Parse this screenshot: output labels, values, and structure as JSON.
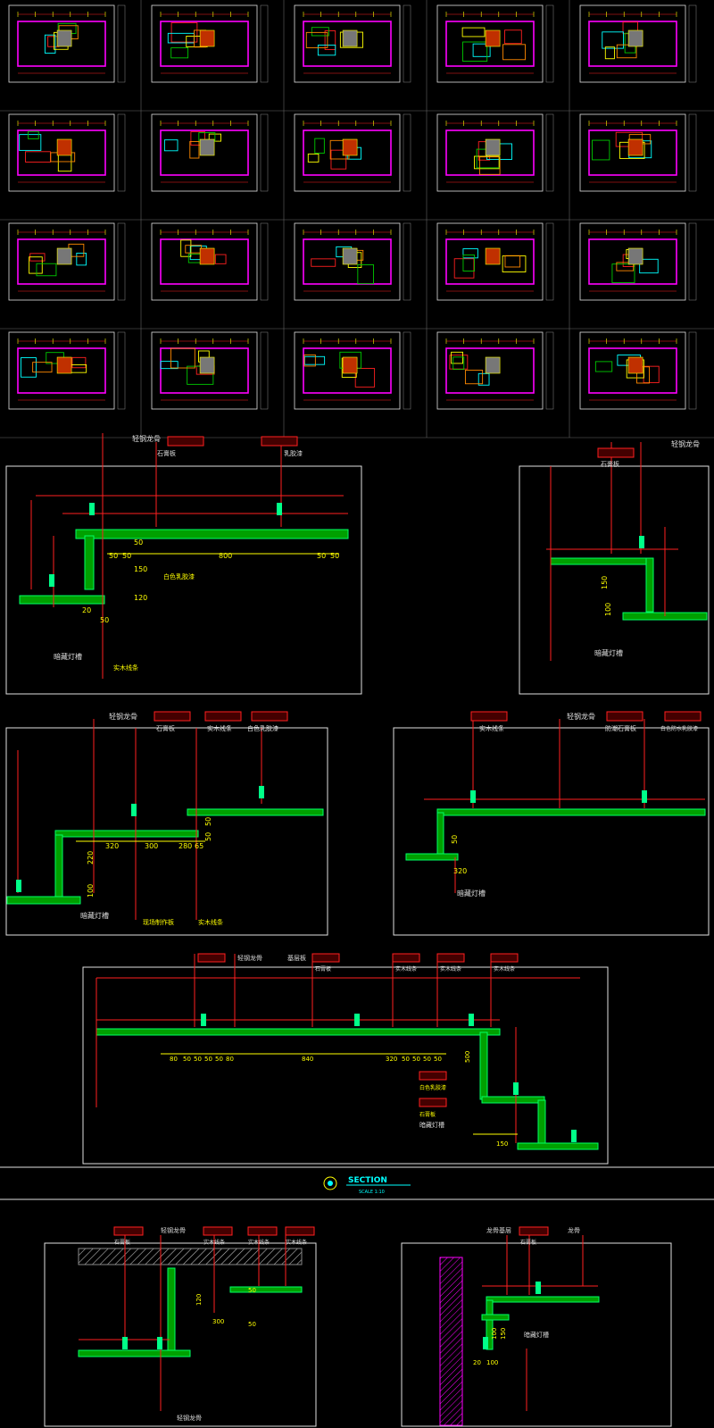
{
  "colors": {
    "background": "#000000",
    "frame": "#e0e0e0",
    "leader": "#ff2020",
    "wall": "#ff00ff",
    "dim": "#ffff00",
    "layer_green": "#00c800",
    "layer_cyan": "#00ffff",
    "tag_fill": "#b00000"
  },
  "sheets": {
    "rows": 4,
    "cols": 5
  },
  "details": {
    "d1": {
      "labels": [
        "轻钢龙骨",
        "石膏板",
        "乳胶漆",
        "白色乳胶漆",
        "暗藏灯槽",
        "实木线条"
      ],
      "dims": [
        "50",
        "50",
        "800",
        "50",
        "50",
        "150",
        "120",
        "20",
        "50",
        "50"
      ]
    },
    "d2": {
      "labels": [
        "轻钢龙骨",
        "石膏板",
        "暗藏灯槽"
      ],
      "dims": [
        "150",
        "100"
      ]
    },
    "d3": {
      "labels": [
        "轻钢龙骨",
        "石膏板",
        "实木线条",
        "白色乳胶漆",
        "暗藏灯槽",
        "现场制作板",
        "实木线条"
      ],
      "dims": [
        "320",
        "300",
        "280",
        "65",
        "220",
        "100",
        "50",
        "50"
      ]
    },
    "d4": {
      "labels": [
        "实木线条",
        "轻钢龙骨",
        "防潮石膏板",
        "白色防水乳胶漆",
        "暗藏灯槽"
      ],
      "dims": [
        "50",
        "320"
      ]
    },
    "d5": {
      "labels": [
        "轻钢龙骨",
        "基层板",
        "石膏板",
        "实木线条",
        "实木线条",
        "实木线条",
        "白色乳胶漆",
        "石膏板",
        "暗藏灯槽"
      ],
      "dims": [
        "80",
        "50",
        "50",
        "50",
        "50",
        "80",
        "840",
        "320",
        "50",
        "50",
        "50",
        "50",
        "500",
        "150"
      ]
    },
    "d6": {
      "labels": [
        "石膏板",
        "轻钢龙骨",
        "实木线条",
        "实木线条",
        "实木线条",
        "轻钢龙骨"
      ],
      "dims": [
        "300",
        "50",
        "50",
        "120"
      ]
    },
    "d7": {
      "labels": [
        "龙骨基层",
        "石膏板",
        "龙骨",
        "暗藏灯槽"
      ],
      "dims": [
        "100",
        "150",
        "20",
        "100"
      ]
    }
  },
  "section_label": {
    "title": "SECTION",
    "subtitle": "SCALE 1:10"
  }
}
